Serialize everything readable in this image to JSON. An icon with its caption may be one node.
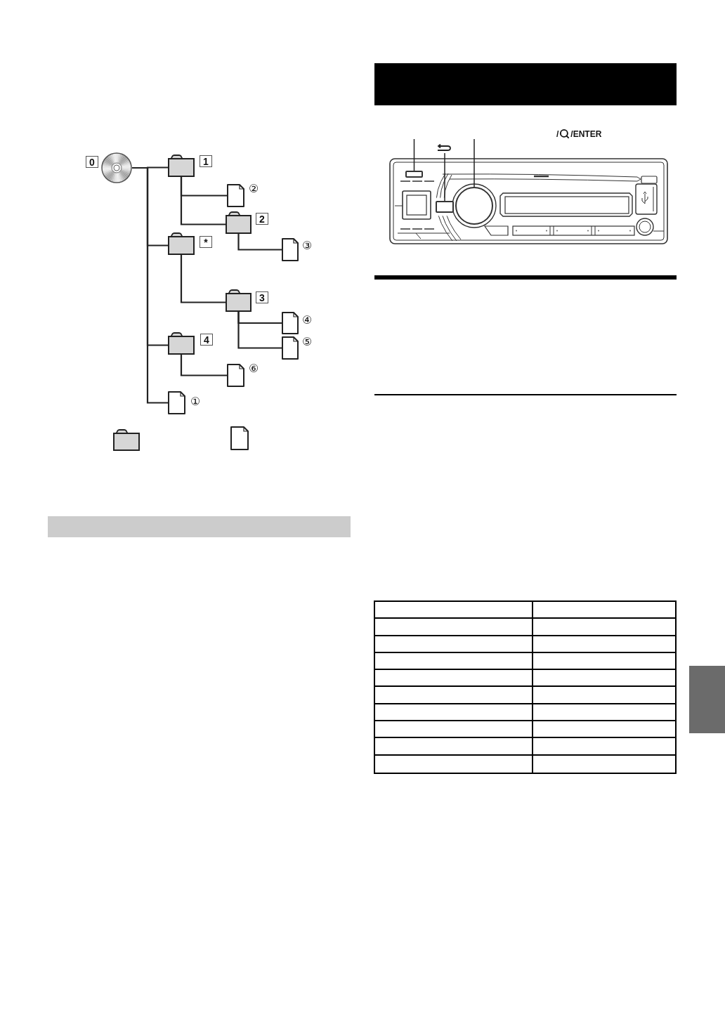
{
  "diagram": {
    "nodes": [
      {
        "text": [],
        "shape": "disc",
        "beside": [
          "0"
        ]
      },
      {
        "text": [],
        "shape": "folder",
        "beside": [
          "1"
        ]
      },
      {
        "text": [],
        "shape": "document",
        "beside": [
          "②"
        ]
      },
      {
        "text": [],
        "shape": "folder",
        "beside": [
          "2"
        ]
      },
      {
        "text": [],
        "shape": "document",
        "beside": [
          "③"
        ]
      },
      {
        "text": [],
        "shape": "folder",
        "beside": [
          "*"
        ]
      },
      {
        "text": [],
        "shape": "folder",
        "beside": [
          "3"
        ]
      },
      {
        "text": [],
        "shape": "document",
        "beside": [
          "④"
        ]
      },
      {
        "text": [],
        "shape": "document",
        "beside": [
          "⑤"
        ]
      },
      {
        "text": [],
        "shape": "folder",
        "beside": [
          "4"
        ]
      },
      {
        "text": [],
        "shape": "document",
        "beside": [
          "⑥"
        ]
      },
      {
        "text": [],
        "shape": "document",
        "beside": [
          "①"
        ]
      },
      {
        "text": [],
        "shape": "bar"
      },
      {
        "text": [],
        "shape": "bar"
      },
      {
        "text": [],
        "shape": "picture"
      },
      {
        "text": [],
        "shape": "box",
        "in": 14
      },
      {
        "text": [],
        "shape": "box",
        "in": 14
      },
      {
        "text": [],
        "shape": "circle",
        "in": 14
      },
      {
        "text": [],
        "shape": "bar"
      }
    ],
    "edges": [
      {
        "from": 0,
        "to": 1,
        "arrow": "none"
      },
      {
        "from": 1,
        "to": 2,
        "arrow": "none"
      },
      {
        "from": 1,
        "to": 3,
        "arrow": "none"
      },
      {
        "from": 3,
        "to": 4,
        "arrow": "none"
      },
      {
        "from": 0,
        "to": 5,
        "arrow": "none"
      },
      {
        "from": 5,
        "to": 6,
        "arrow": "none"
      },
      {
        "from": 6,
        "to": 7,
        "arrow": "none"
      },
      {
        "from": 6,
        "to": 8,
        "arrow": "none"
      },
      {
        "from": 0,
        "to": 9,
        "arrow": "none"
      },
      {
        "from": 9,
        "to": 10,
        "arrow": "none"
      },
      {
        "from": 0,
        "to": 11,
        "arrow": "none"
      },
      {
        "from": null,
        "to": 15,
        "arrow": "none"
      },
      {
        "from": null,
        "to": 16,
        "arrow": "none"
      },
      {
        "from": null,
        "to": 17,
        "arrow": "none"
      }
    ],
    "labels": [
      "/",
      "/ENTER"
    ]
  }
}
